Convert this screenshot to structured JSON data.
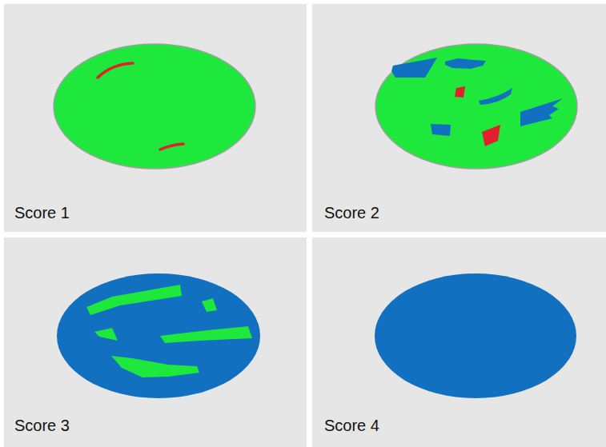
{
  "diagram": {
    "nodes": [
      {
        "text": [
          "Score 1"
        ]
      },
      {
        "text": [
          "Score 2"
        ]
      },
      {
        "text": [
          "Score 3"
        ]
      },
      {
        "text": [
          "Score 4"
        ]
      }
    ]
  }
}
